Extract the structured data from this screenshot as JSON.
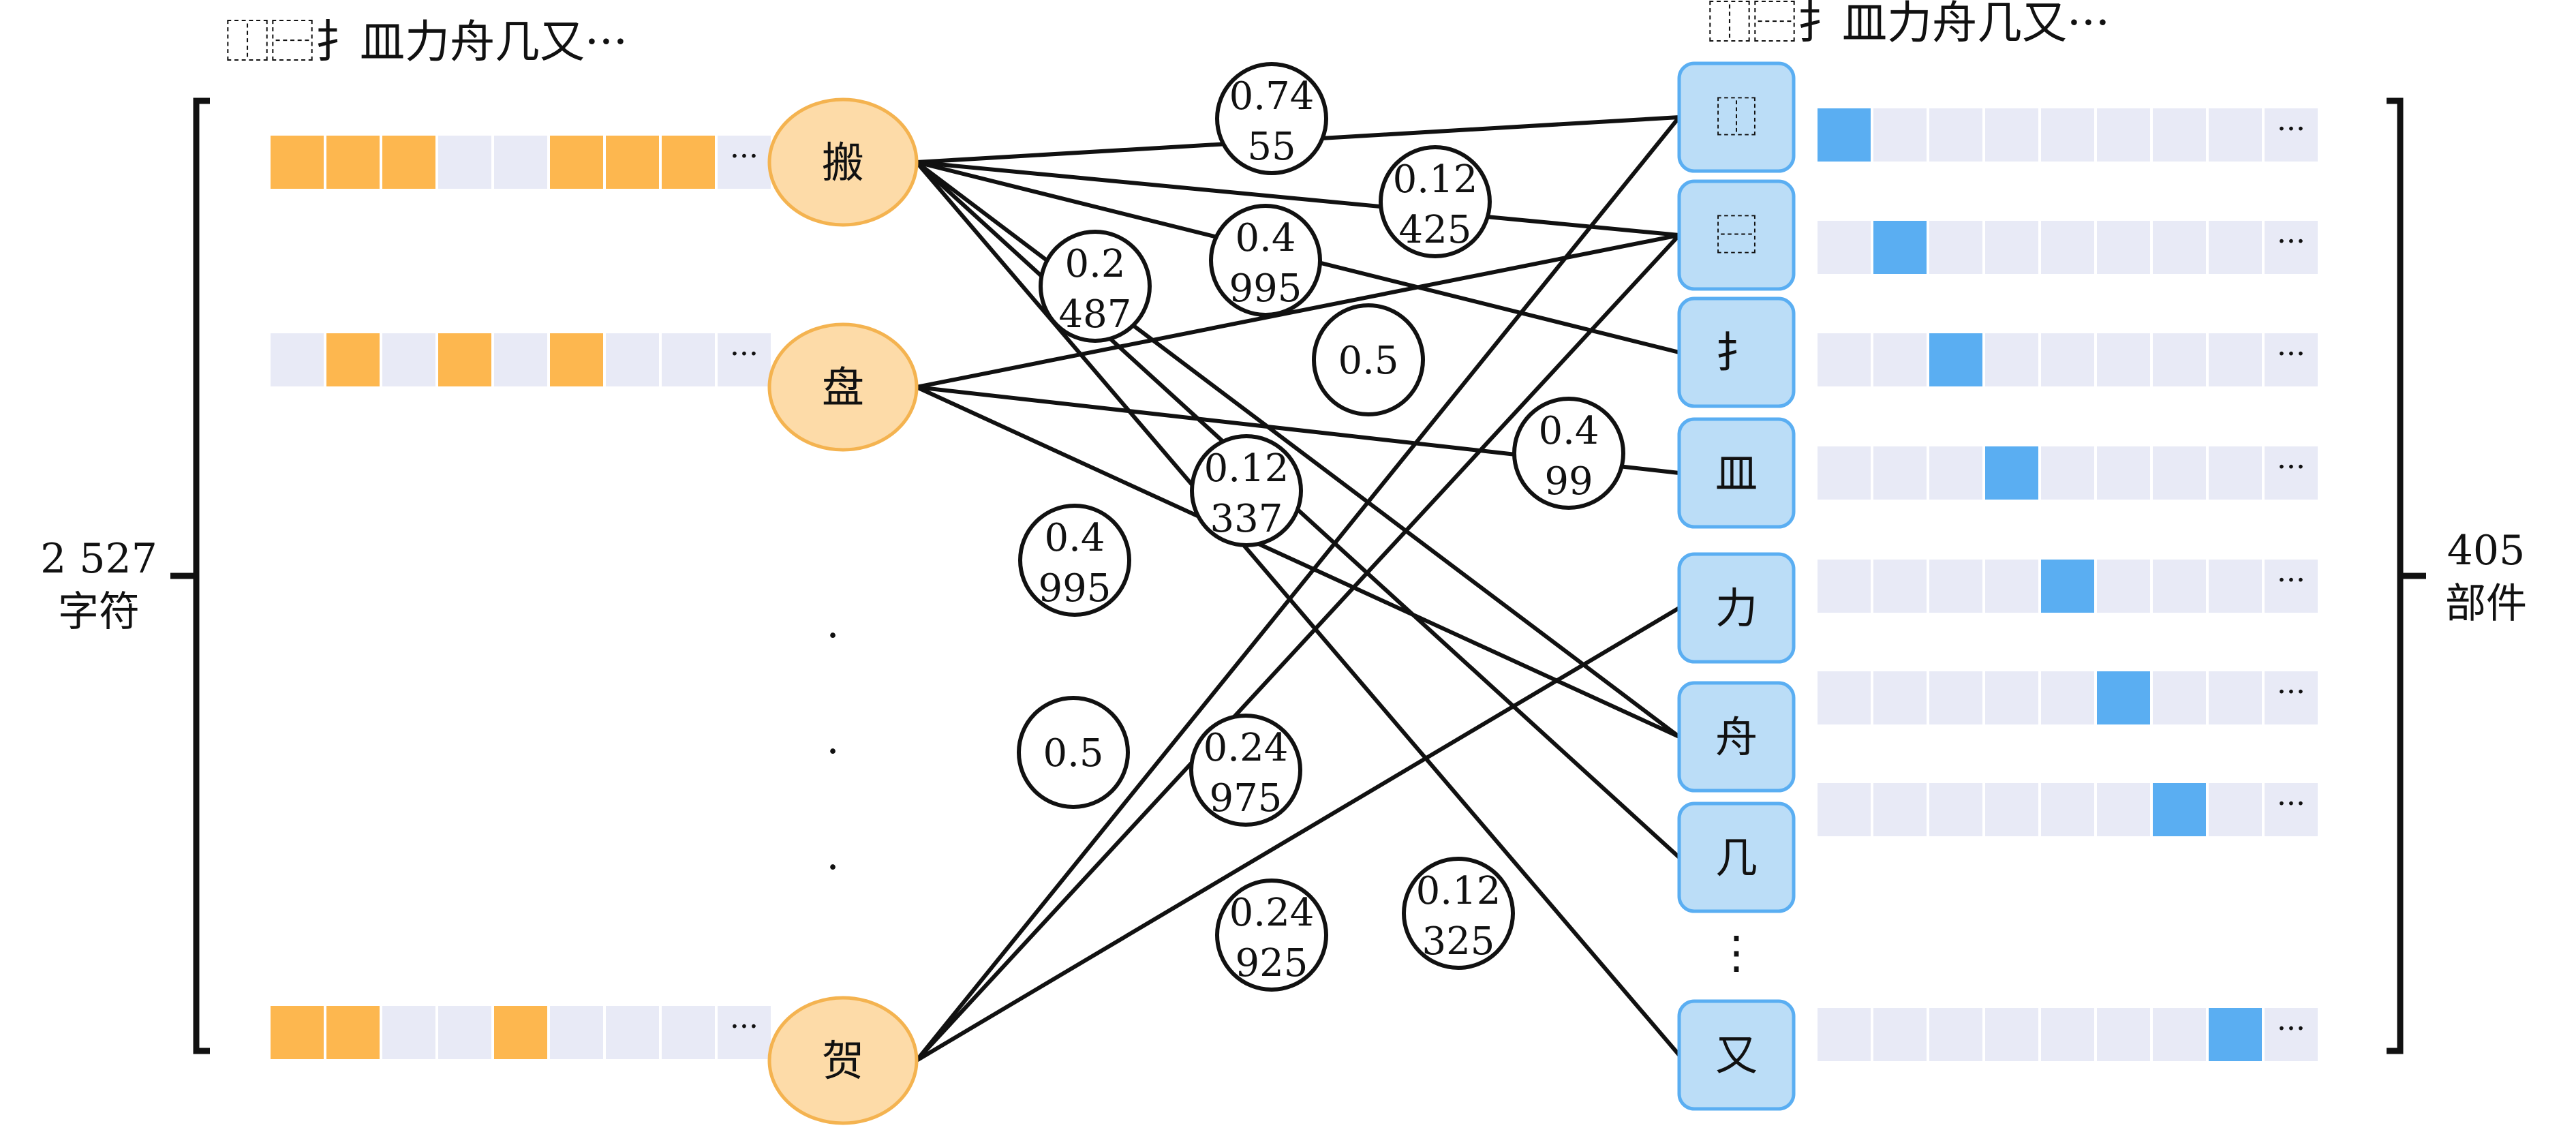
{
  "colors": {
    "char_fill": "#FDDBA8",
    "char_stroke": "#F4B350",
    "bit_on_char": "#FDB74F",
    "bit_on_comp": "#5AAEF2",
    "bit_off": "#E8EAF6",
    "comp_fill": "#BBDDF7",
    "comp_stroke": "#5AAEF2",
    "line": "#111111"
  },
  "header_left": "⿰⿱扌皿力舟几又···",
  "header_right": "⿰⿱扌皿力舟几又···",
  "left_label": {
    "count": "2 527",
    "unit": "字符"
  },
  "right_label": {
    "count": "405",
    "unit": "部件"
  },
  "ellipsis": "···",
  "vertical_dots": ".",
  "characters": [
    {
      "id": "ban",
      "label": "搬",
      "bits": [
        1,
        1,
        1,
        0,
        0,
        1,
        1,
        1
      ]
    },
    {
      "id": "pan",
      "label": "盘",
      "bits": [
        0,
        1,
        0,
        1,
        0,
        1,
        0,
        0
      ]
    },
    {
      "id": "he",
      "label": "贺",
      "bits": [
        1,
        1,
        0,
        0,
        1,
        0,
        0,
        0
      ]
    }
  ],
  "components": [
    {
      "id": "lr",
      "label": "⿰",
      "hot": 0
    },
    {
      "id": "tb",
      "label": "⿱",
      "hot": 1
    },
    {
      "id": "hand",
      "label": "扌",
      "hot": 2
    },
    {
      "id": "min",
      "label": "皿",
      "hot": 3
    },
    {
      "id": "li",
      "label": "力",
      "hot": 4
    },
    {
      "id": "zhou",
      "label": "舟",
      "hot": 5
    },
    {
      "id": "ji",
      "label": "几",
      "hot": 6
    },
    {
      "id": "you",
      "label": "又",
      "hot": 7
    }
  ],
  "component_gap_dots": "⋮",
  "edges": [
    {
      "from": "ban",
      "to": "lr",
      "weight": [
        "0.74",
        "55"
      ]
    },
    {
      "from": "ban",
      "to": "tb",
      "weight": [
        "0.12",
        "425"
      ]
    },
    {
      "from": "ban",
      "to": "hand",
      "weight": [
        "0.4",
        "995"
      ]
    },
    {
      "from": "ban",
      "to": "ji",
      "weight": [
        "0.2",
        "487"
      ]
    },
    {
      "from": "ban",
      "to": "zhou",
      "weight": [
        "0.12",
        "337"
      ]
    },
    {
      "from": "ban",
      "to": "you",
      "weight": [
        "0.12",
        "325"
      ]
    },
    {
      "from": "pan",
      "to": "tb",
      "weight": [
        "0.5"
      ]
    },
    {
      "from": "pan",
      "to": "min",
      "weight": [
        "0.4",
        "99"
      ]
    },
    {
      "from": "pan",
      "to": "zhou",
      "weight": [
        "0.4",
        "995"
      ]
    },
    {
      "from": "he",
      "to": "tb",
      "weight": [
        "0.5"
      ]
    },
    {
      "from": "he",
      "to": "lr",
      "weight": [
        "0.24",
        "975"
      ]
    },
    {
      "from": "he",
      "to": "li",
      "weight": [
        "0.24",
        "925"
      ]
    }
  ]
}
